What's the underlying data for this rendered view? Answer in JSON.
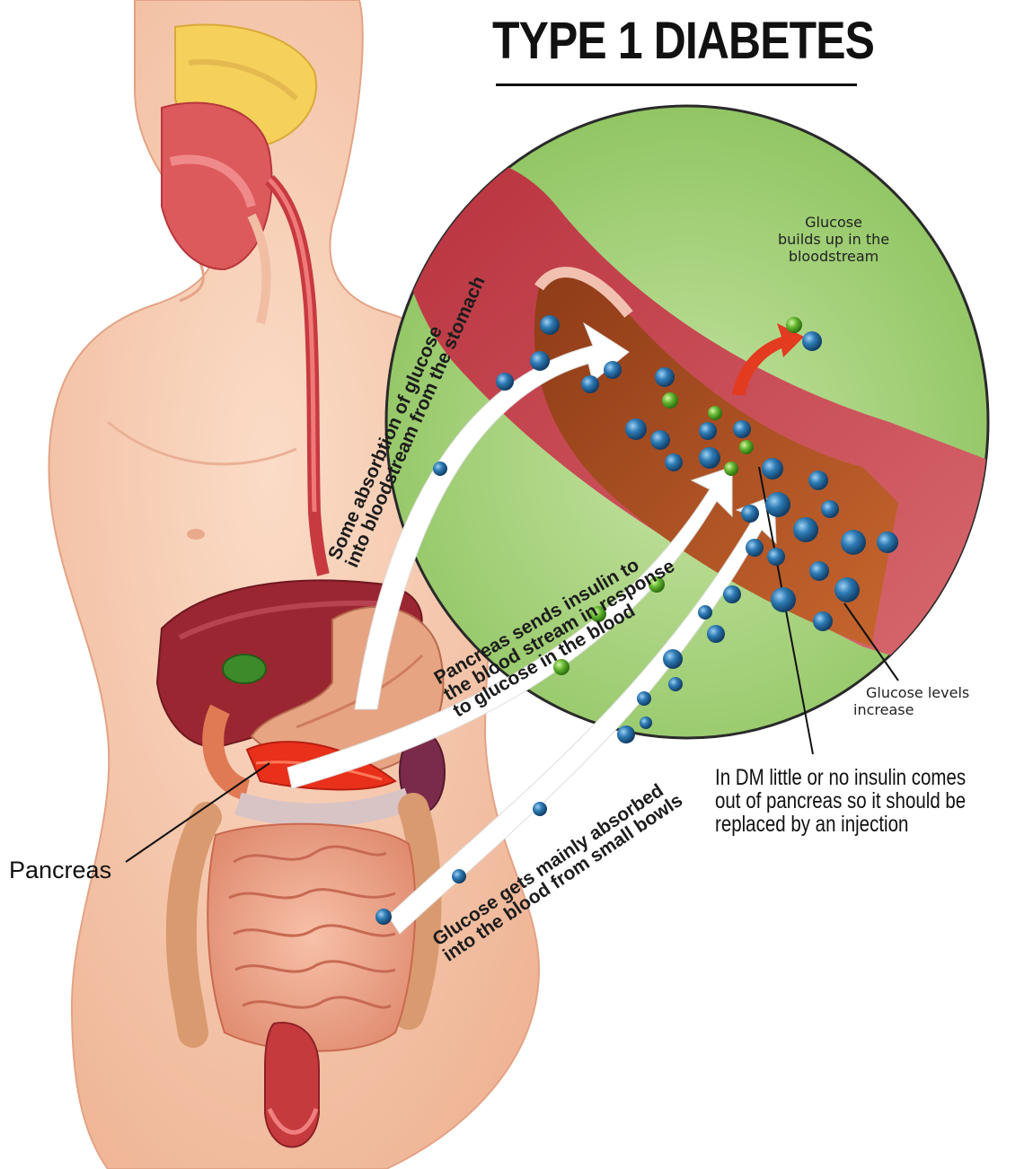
{
  "title": "TYPE 1 DIABETES",
  "labels": {
    "pancreas": "Pancreas",
    "glucose_builds_up": [
      "Glucose",
      "builds up in the",
      "bloodstream"
    ],
    "glucose_levels_increase": [
      "Glucose levels",
      "increase"
    ],
    "dm_note": [
      "In DM little or no insulin comes",
      "out of pancreas so it should be",
      "replaced by an injection"
    ],
    "stomach_absorption": [
      "Some absorbtion of glucose",
      "into bloodstream from the stomach"
    ],
    "pancreas_insulin": [
      "Pancreas sends insulin to",
      "the blood stream in response",
      "to glucose in the blood"
    ],
    "small_bowel_absorption": [
      "Glucose gets mainly absorbed",
      "into the blood from small bowls"
    ]
  },
  "colors": {
    "skin": "#f6cdb4",
    "skin_shadow": "#e9a98b",
    "magnifier_green": "#a3cf76",
    "vessel_outer": "#c8404a",
    "vessel_inner": "#b5572a",
    "glucose_blue": "#2c73a8",
    "insulin_green": "#5fb32d",
    "arrow_red": "#e23b20"
  }
}
